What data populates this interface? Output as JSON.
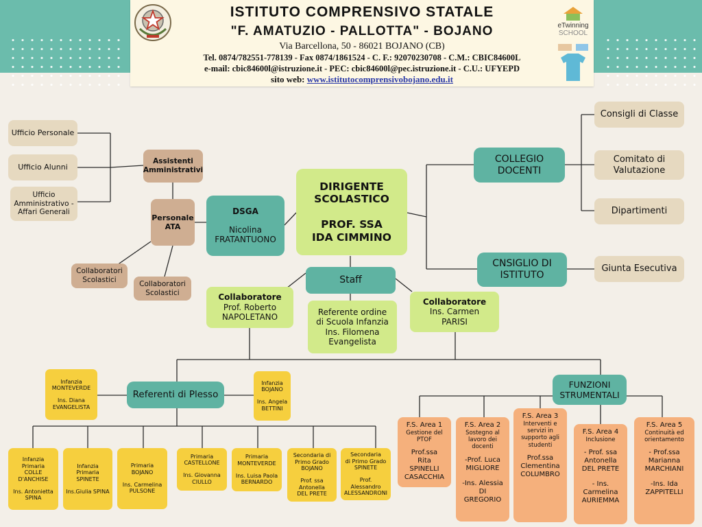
{
  "header": {
    "title1": "ISTITUTO COMPRENSIVO STATALE",
    "title2": "\"F. AMATUZIO - PALLOTTA\" - BOJANO",
    "address": "Via Barcellona, 50 - 86021 BOJANO (CB)",
    "contacts1": "Tel. 0874/782551-778139 - Fax 0874/1861524 - C. F.: 92070230708 - C.M.: CBIC84600L",
    "contacts2": "e-mail: cbic84600l@istruzione.it - PEC: cbic84600l@pec.istruzione.it - C.U.: UFYEPD",
    "website_label": "sito web:",
    "website": "www.istitutocomprensivobojano.edu.it",
    "badge_text1": "eTwinning",
    "badge_text2": "SCHOOL"
  },
  "nodes": {
    "dirigente": [
      "DIRIGENTE",
      "SCOLASTICO",
      "",
      "PROF. SSA",
      "IDA CIMMINO"
    ],
    "dsga_title": "DSGA",
    "dsga_name": [
      "Nicolina",
      "FRATANTUONO"
    ],
    "assistenti": [
      "Assistenti",
      "Amministrativi"
    ],
    "personale_ata": [
      "Personale",
      "ATA"
    ],
    "collab_scol_1": [
      "Collaboratori",
      "Scolastici"
    ],
    "collab_scol_2": [
      "Collaboratori",
      "Scolastici"
    ],
    "ufficio_personale": "Ufficio Personale",
    "ufficio_alunni": "Ufficio Alunni",
    "ufficio_amm": [
      "Ufficio",
      "Amministrativo -",
      "Affari Generali"
    ],
    "collegio": [
      "COLLEGIO",
      "DOCENTI"
    ],
    "consiglio_istituto": [
      "CNSIGLIO DI",
      "ISTITUTO"
    ],
    "consigli_classe": "Consigli di Classe",
    "comitato": [
      "Comitato di",
      "Valutazione"
    ],
    "dipartimenti": "Dipartimenti",
    "giunta": "Giunta Esecutiva",
    "staff": "Staff",
    "collab_napoletano": [
      "Collaboratore",
      "Prof. Roberto",
      "NAPOLETANO"
    ],
    "referente_infanzia": [
      "Referente ordine",
      "di Scuola Infanzia",
      "Ins. Filomena",
      "Evangelista"
    ],
    "collab_parisi": [
      "Collaboratore",
      "Ins. Carmen",
      "PARISI"
    ],
    "referenti_plesso": "Referenti di Plesso",
    "funzioni": [
      "FUNZIONI",
      "STRUMENTALI"
    ]
  },
  "plesso_top": [
    {
      "lines": [
        "Infanzia",
        "MONTEVERDE",
        "",
        "Ins. Diana",
        "EVANGELISTA"
      ]
    },
    {
      "lines": [
        "Infanzia",
        "BOJANO",
        "",
        "Ins. Angela",
        "BETTINI"
      ]
    }
  ],
  "plessi": [
    {
      "lines": [
        "Infanzia",
        "Primaria",
        "COLLE",
        "D'ANCHISE",
        "",
        "Ins. Antonietta",
        "SPINA"
      ]
    },
    {
      "lines": [
        "Infanzia",
        "Primaria",
        "SPINETE",
        "",
        "Ins.Giulia SPINA"
      ]
    },
    {
      "lines": [
        "Primaria",
        "BOJANO",
        "",
        "Ins. Carmelina",
        "PULSONE"
      ]
    },
    {
      "lines": [
        "Primaria",
        "CASTELLONE",
        "",
        "Ins. Giovanna",
        "CIULLO"
      ]
    },
    {
      "lines": [
        "Primaria",
        "MONTEVERDE",
        "",
        "Ins. Luisa Paola",
        "BERNARDO"
      ]
    },
    {
      "lines": [
        "Secondaria di",
        "Primo Grado",
        "BOJANO",
        "",
        "Prof. ssa",
        "Antonella",
        "DEL PRETE"
      ]
    },
    {
      "lines": [
        "Secondaria",
        "di Primo Grado",
        "SPINETE",
        "",
        "Prof.",
        "Alessandro",
        "ALESSANDRONI"
      ]
    }
  ],
  "funzioni_areas": [
    {
      "title": "F.S. Area 1",
      "desc": [
        "Gestione del",
        "PTOF"
      ],
      "people": [
        "Prof.ssa",
        "Rita",
        "SPINELLI",
        "CASACCHIA"
      ]
    },
    {
      "title": "F.S. Area 2",
      "desc": [
        "Sostegno al",
        "lavoro dei",
        "docenti"
      ],
      "people": [
        "-Prof. Luca",
        "MIGLIORE",
        "",
        "-Ins. Alessia",
        "DI",
        "GREGORIO"
      ]
    },
    {
      "title": "F.S. Area 3",
      "desc": [
        "Interventi e",
        "servizi in",
        "supporto agli",
        "studenti"
      ],
      "people": [
        "Prof.ssa",
        "Clementina",
        "COLUMBRO"
      ]
    },
    {
      "title": "F.S. Area 4",
      "desc": [
        "Inclusione"
      ],
      "people": [
        "- Prof. ssa",
        "Antonella",
        "DEL PRETE",
        "",
        "- Ins.",
        "Carmelina",
        "AURIEMMA"
      ]
    },
    {
      "title": "F.S. Area 5",
      "desc": [
        "Continuità ed",
        "orientamento"
      ],
      "people": [
        "- Prof.ssa",
        "Marianna",
        "MARCHIANI",
        "",
        "-Ins. Ida",
        "ZAPPITELLI"
      ]
    }
  ],
  "colors": {
    "teal": "#5fb3a2",
    "lime": "#d2ea8a",
    "brown": "#cfae92",
    "tan": "#e6d9c0",
    "yellow": "#f6cf3e",
    "orange": "#f5b07c",
    "background": "#f3efe8"
  }
}
